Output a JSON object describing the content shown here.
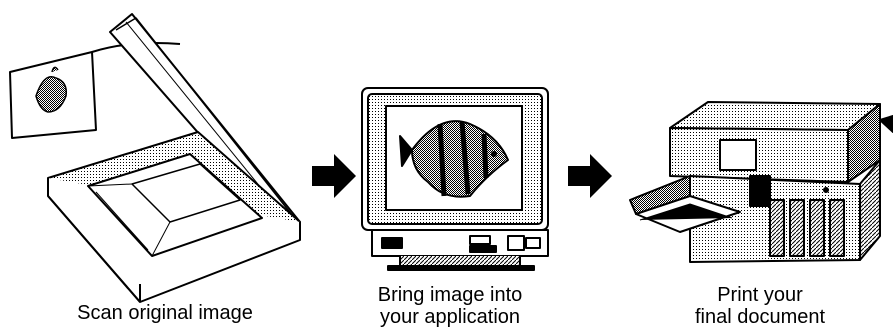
{
  "steps": [
    {
      "caption": [
        "Scan original image"
      ]
    },
    {
      "caption": [
        "Bring image into",
        "your application"
      ]
    },
    {
      "caption": [
        "Print your",
        "final document"
      ]
    }
  ],
  "colors": {
    "ink": "#000000",
    "paper": "#ffffff",
    "screen_gray": "#c8c8c8"
  }
}
